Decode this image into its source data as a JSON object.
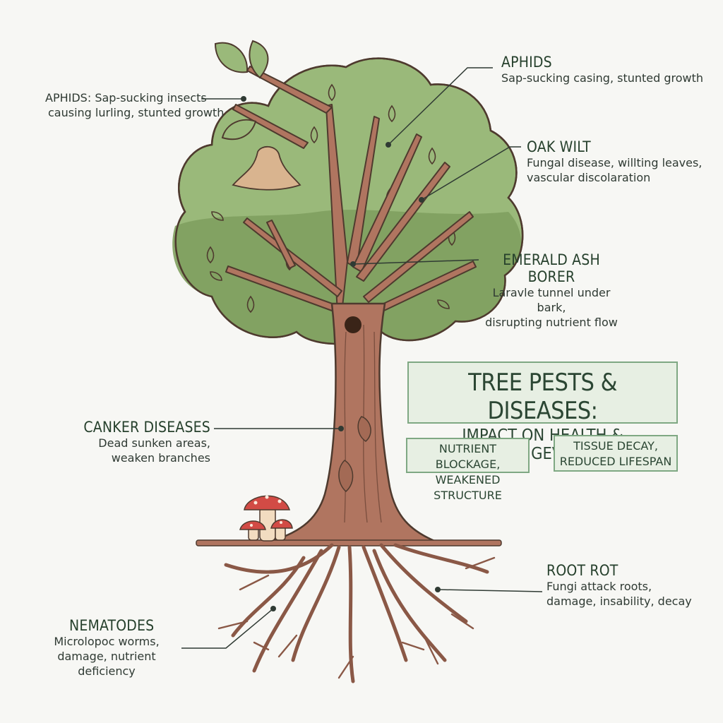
{
  "title": {
    "line1": "TREE PESTS & DISEASES:",
    "line2": "IMPACT ON HEALTH & LONGEVITY"
  },
  "impacts": [
    {
      "line1": "NUTRIENT BLOCKAGE,",
      "line2": "WEAKENED STRUCTURE"
    },
    {
      "line1": "TISSUE DECAY,",
      "line2": "REDUCED LIFESPAN"
    }
  ],
  "labels": {
    "aphids_left": {
      "title": "APHIDS:",
      "line1": "Sap-sucking insects",
      "line2": "causing lurling, stunted growth"
    },
    "aphids_right": {
      "title": "APHIDS",
      "line1": "Sap-sucking casing, stunted growth"
    },
    "oak_wilt": {
      "title": "OAK WILT",
      "line1": "Fungal disease, willting leaves,",
      "line2": "vascular discolaration"
    },
    "emerald_ash_borer": {
      "title": "EMERALD ASH BORER",
      "line1": "Laravle tunnel under bark,",
      "line2": "disrupting nutrient flow"
    },
    "canker": {
      "title": "CANKER DISEASES",
      "line1": "Dead sunken areas,",
      "line2": "weaken branches"
    },
    "root_rot": {
      "title": "ROOT ROT",
      "line1": "Fungi attack roots,",
      "line2": "damage, insability, decay"
    },
    "nematodes": {
      "title": "NEMATODES",
      "line1": "Microlopoc worms,",
      "line2": "damage, nutrient deficiency"
    }
  },
  "colors": {
    "canopy_light": "#9ab97a",
    "canopy_dark": "#7fa05f",
    "trunk": "#b07560",
    "outline": "#4e3a2e",
    "box_fill": "#e7efe3",
    "box_border": "#7fa883",
    "text": "#26402c"
  }
}
